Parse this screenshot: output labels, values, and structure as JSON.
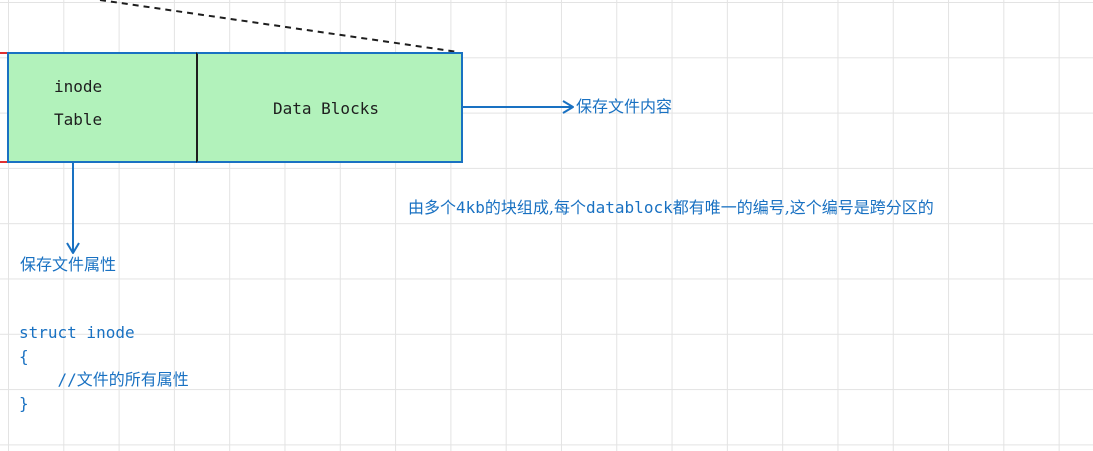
{
  "inode_box": {
    "label_line1": "inode",
    "label_line2": "Table"
  },
  "data_box": {
    "label": "Data Blocks"
  },
  "notes": {
    "data_blocks_purpose": "保存文件内容",
    "inode_purpose": "保存文件属性",
    "data_blocks_detail": {
      "part1": "由多个",
      "part2": "4kb",
      "part3": "的块组成,每个",
      "part4": "datablock",
      "part5": "都有唯一的编号,这个编号是跨分区的"
    }
  },
  "code": {
    "line1": "struct inode",
    "line2": "{",
    "line3_indent": "    //",
    "line3_comment": "文件的所有属性",
    "line4": "}"
  },
  "colors": {
    "box_fill": "#b2f2bb",
    "box_stroke": "#1971c2",
    "divider": "#1e1e1e",
    "annotation": "#1971c2",
    "accent_red": "#e03131",
    "grid": "#e3e3e3"
  }
}
